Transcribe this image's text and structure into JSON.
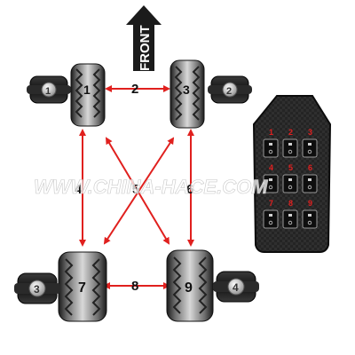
{
  "direction_label": "FRONT",
  "watermark": "WWW.CHINA-HACE.COM",
  "colors": {
    "arrow_red": "#e0201e",
    "tire_dark": "#1e1e1e",
    "tire_mid": "#8a8a8a",
    "remote_body": "#262626",
    "switch_label_red": "#e02020"
  },
  "wheels": [
    {
      "label": "1"
    },
    {
      "label": "3"
    },
    {
      "label": "7"
    },
    {
      "label": "9"
    }
  ],
  "airbags": [
    {
      "label": "1"
    },
    {
      "label": "2"
    },
    {
      "label": "3"
    },
    {
      "label": "4"
    }
  ],
  "connections": [
    {
      "label": "2"
    },
    {
      "label": "4"
    },
    {
      "label": "5"
    },
    {
      "label": "6"
    },
    {
      "label": "8"
    }
  ],
  "remote": {
    "switches": [
      {
        "label": "1"
      },
      {
        "label": "2"
      },
      {
        "label": "3"
      },
      {
        "label": "4"
      },
      {
        "label": "5"
      },
      {
        "label": "6"
      },
      {
        "label": "7"
      },
      {
        "label": "8"
      },
      {
        "label": "9"
      }
    ]
  }
}
